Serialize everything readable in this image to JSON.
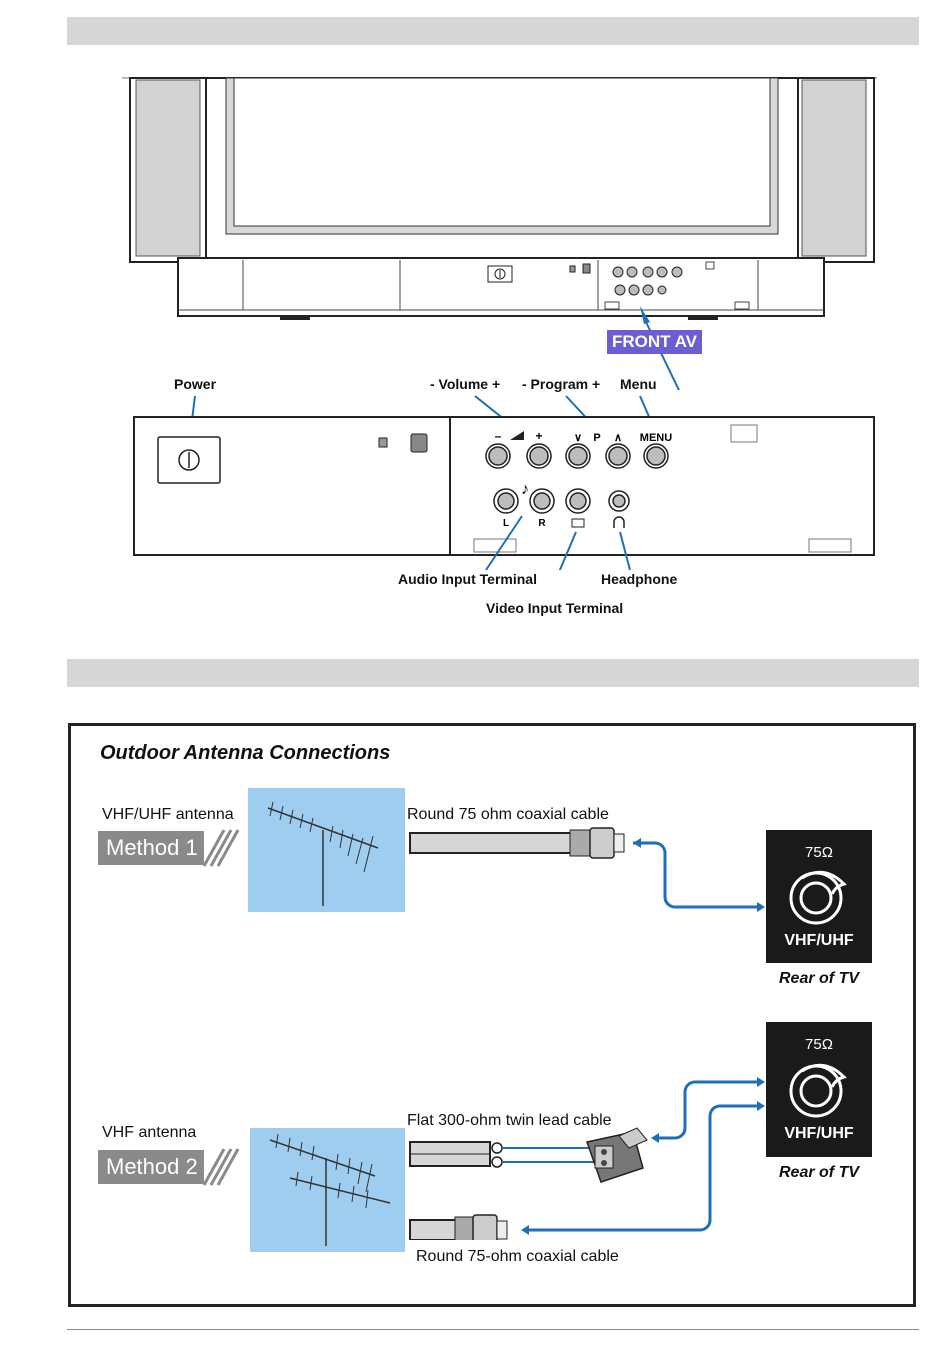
{
  "front_panel": {
    "front_av_label": "FRONT AV",
    "power_label": "Power",
    "volume_label": "- Volume +",
    "program_label": "- Program +",
    "menu_label": "Menu",
    "audio_input_label": "Audio Input Terminal",
    "video_input_label": "Video Input Terminal",
    "headphone_label": "Headphone",
    "panel_minus": "–",
    "panel_plus": "+",
    "panel_v": "∨",
    "panel_p": "P",
    "panel_caret": "∧",
    "panel_menu": "MENU",
    "panel_l": "L",
    "panel_r": "R"
  },
  "antenna": {
    "title": "Outdoor Antenna Connections",
    "method1": {
      "antenna_label": "VHF/UHF antenna",
      "method_label": "Method 1",
      "cable_label": "Round 75 ohm coaxial cable"
    },
    "method2": {
      "antenna_label": "VHF antenna",
      "method_label": "Method 2",
      "twin_cable_label": "Flat 300-ohm twin lead cable",
      "coax_cable_label": "Round 75-ohm coaxial cable"
    },
    "jack_ohm": "75Ω",
    "jack_band": "VHF/UHF",
    "rear_label": "Rear of TV"
  },
  "colors": {
    "accent_blue": "#1e6fb5",
    "label_purple": "#6c5dd3",
    "sky": "#9fcdf0"
  }
}
